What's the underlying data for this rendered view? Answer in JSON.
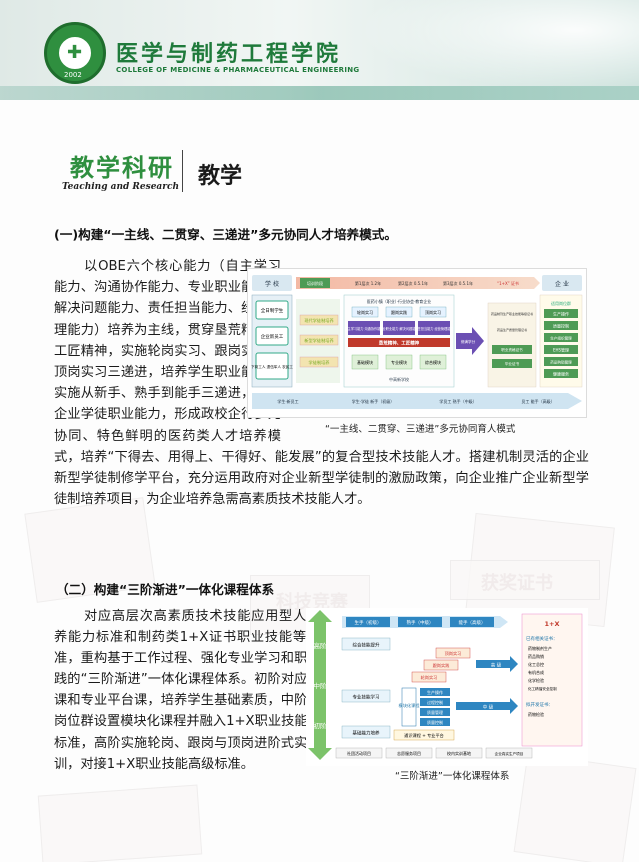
{
  "header": {
    "college_cn": "医学与制药工程学院",
    "college_en": "COLLEGE OF MEDICINE & PHARMACEUTICAL ENGINEERING",
    "logo_year": "2002"
  },
  "section": {
    "title_cn": "教学科研",
    "title_en": "Teaching and Research",
    "subtitle": "教学"
  },
  "part1": {
    "heading": "(一)构建“一主线、二贯穿、三递进”多元协同人才培养模式。",
    "body": "以OBE六个核心能力（自主学习能力、沟通协作能力、专业职业能力、解决问题能力、责任担当能力、经营管理能力）培养为主线，贯穿垦荒精神和工匠精神，实施轮岗实习、跟岗实践与顶岗实习三递进，培养学生职业能力；实施从新手、熟手到能手三递进，培养企业学徒职业能力，形成政校企行多元协同、特色鲜明的医药类人才培养模式，培养“下得去、用得上、干得好、能发展”的复合型技术技能人才。搭建机制灵活的企业新型学徒制修学平台，充分运用政府对企业新型学徒制的激励政策，向企业推广企业新型学徒制培养项目，为企业培养急需高素质技术技能人才。",
    "figure_caption": "“一主线、二贯穿、三递进”多元协同育人模式",
    "diagram": {
      "left_header": "学 校",
      "right_header": "企 业",
      "top_stages": [
        "培训阶段",
        "第1层次 1.2年",
        "第2层次 0.5.1年",
        "第3层次 0.5.1年",
        "“1+X” 证书"
      ],
      "left_boxes": [
        "全日制学生",
        "企业新员工",
        "下岗工人 退伍军人 农民工"
      ],
      "mid_boxes": [
        "现代学徒制培养",
        "新型学徒制培养",
        "学徒制培养"
      ],
      "core_title": "医药小镇（职业）·行业协会·教育企业",
      "core_items": [
        "轮岗实习",
        "跟岗实践",
        "顶岗实习"
      ],
      "abilities": [
        "自主学习能力 沟通协作能力",
        "专业职业能力 解决问题能力",
        "责任担当能力 经营管理能力"
      ],
      "spirit": "垦荒精神、工匠精神",
      "bottom_items": [
        "基础模块",
        "专业模块",
        "综合模块"
      ],
      "base": "中高新学校",
      "arrow_label": "修满学分",
      "right_items": [
        "药品制剂生产职业技能等级证书",
        "药品生产质量管理证书",
        "职业资格证书",
        "毕业证书"
      ],
      "jobs_title": "适用岗位群",
      "jobs": [
        "生产操作",
        "质量控制",
        "生产组织管理",
        "EHS管理",
        "药品购销管理",
        "健康服务"
      ],
      "bottom_track": [
        "学生·新员工",
        "学生·学徒 新手（初级）",
        "学员工 熟手（中级）",
        "员工 能手（高级）"
      ]
    }
  },
  "part2": {
    "heading": "（二）构建“三阶渐进”一体化课程体系",
    "body": "对应高层次高素质技术技能应用型人才培养能力标准和制药类1+X证书职业技能等级标准，重构基于工作过程、强化专业学习和职业实践的“三阶渐进”一体化课程体系。初阶对应通识课和专业平台课，培养学生基础素质，中阶对接岗位群设置模块化课程并融入1+X职业技能中级标准，高阶实施轮岗、跟岗与顶岗进阶式实习实训，对接1+X职业技能高级标准。",
    "figure_caption": "“三阶渐进”一体化课程体系",
    "diagram": {
      "levels": [
        "高阶",
        "中阶",
        "初阶"
      ],
      "top_tags": [
        "生手（初级）",
        "熟手（中级）",
        "能手（高级）"
      ],
      "top_right": "1+X",
      "stairs": [
        "综合技能提升",
        "专业技能学习",
        "基础能力培养"
      ],
      "upper": [
        "顶岗实习",
        "跟岗实践",
        "轮岗实习"
      ],
      "mid_block": "模块化课程",
      "mid_items": [
        "生产操作",
        "过程控制",
        "质量管理",
        "质量控制"
      ],
      "base_items": [
        "通识课程 + 专业平台"
      ],
      "mid_label": "中 级",
      "high_label": "高 级",
      "cert_title": "已有相关证书：",
      "certs": [
        "药物制剂生产",
        "药品购销",
        "化工总控",
        "有机合成",
        "化学检验",
        "化工精馏安全控制"
      ],
      "cert_title2": "拟开发证书：",
      "certs2": [
        "药物检验"
      ],
      "bottom_row": [
        "社团活动项目",
        "志愿服务项目",
        "校内实训基地",
        "企业真实生产项目"
      ]
    }
  },
  "watermarks": [
    "科技竞赛",
    "获奖证书"
  ]
}
